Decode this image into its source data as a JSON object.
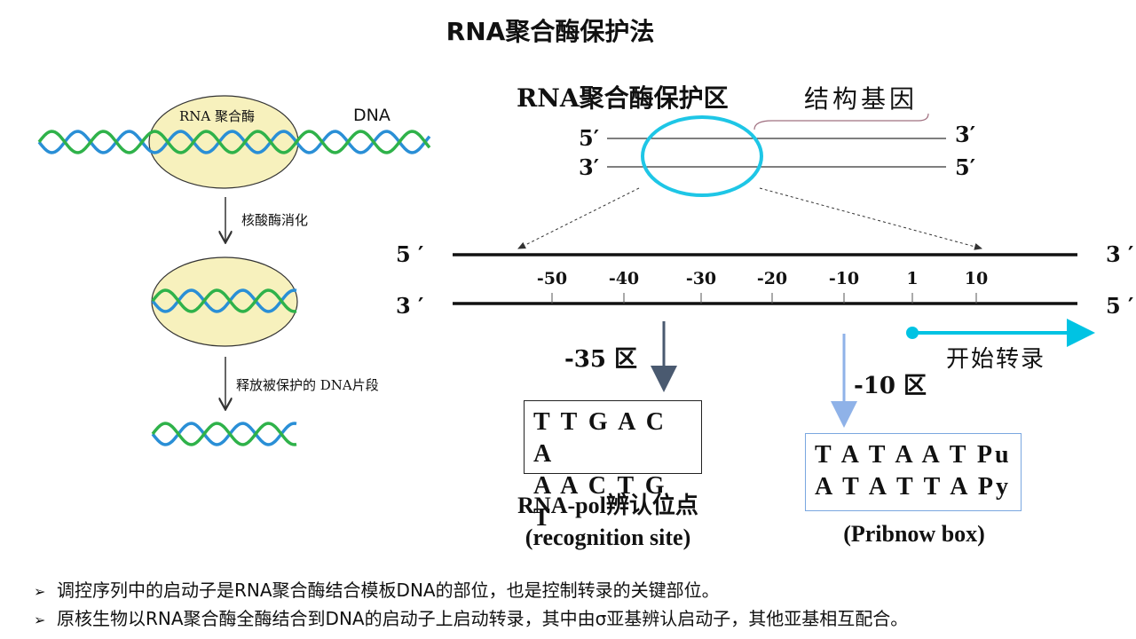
{
  "title": "RNA聚合酶保护法",
  "left_panel": {
    "rnap_label": "RNA 聚合酶",
    "dna_label": "DNA",
    "step1": "核酸酶消化",
    "step2": "释放被保护的 DNA片段"
  },
  "top_diagram": {
    "protect_label": "RNA聚合酶保护区",
    "gene_label": "结构基因",
    "strand1_left": "5′",
    "strand1_right": "3′",
    "strand2_left": "3′",
    "strand2_right": "5′"
  },
  "scale": {
    "strand1_left": "5 ′",
    "strand1_right": "3 ′",
    "strand2_left": "3 ′",
    "strand2_right": "5 ′",
    "ticks": [
      "-50",
      "-40",
      "-30",
      "-20",
      "-10",
      "1",
      "10"
    ]
  },
  "region35": {
    "label": "-35 区",
    "seq_top": "T T G A C A",
    "seq_bottom": "A A C T G T",
    "caption1": "RNA-pol辨认位点",
    "caption2": "(recognition site)"
  },
  "region10": {
    "label": "-10 区",
    "seq_top": "T A T A A T Pu",
    "seq_bottom": "A T A T T A Py",
    "caption": "(Pribnow box)"
  },
  "transcription_label": "开始转录",
  "notes": [
    "调控序列中的启动子是RNA聚合酶结合模板DNA的部位，也是控制转录的关键部位。",
    "原核生物以RNA聚合酶全酶结合到DNA的启动子上启动转录，其中由σ亚基辨认启动子，其他亚基相互配合。"
  ],
  "colors": {
    "ellipse_fill": "#f7f1bd",
    "helix_green": "#2fb24a",
    "helix_blue": "#2a8fd6",
    "circle_cyan": "#1ec6e6",
    "arrow_cyan": "#00c3e3",
    "arrow_dark": "#4a5a70",
    "arrow_light": "#8fb2e8"
  }
}
